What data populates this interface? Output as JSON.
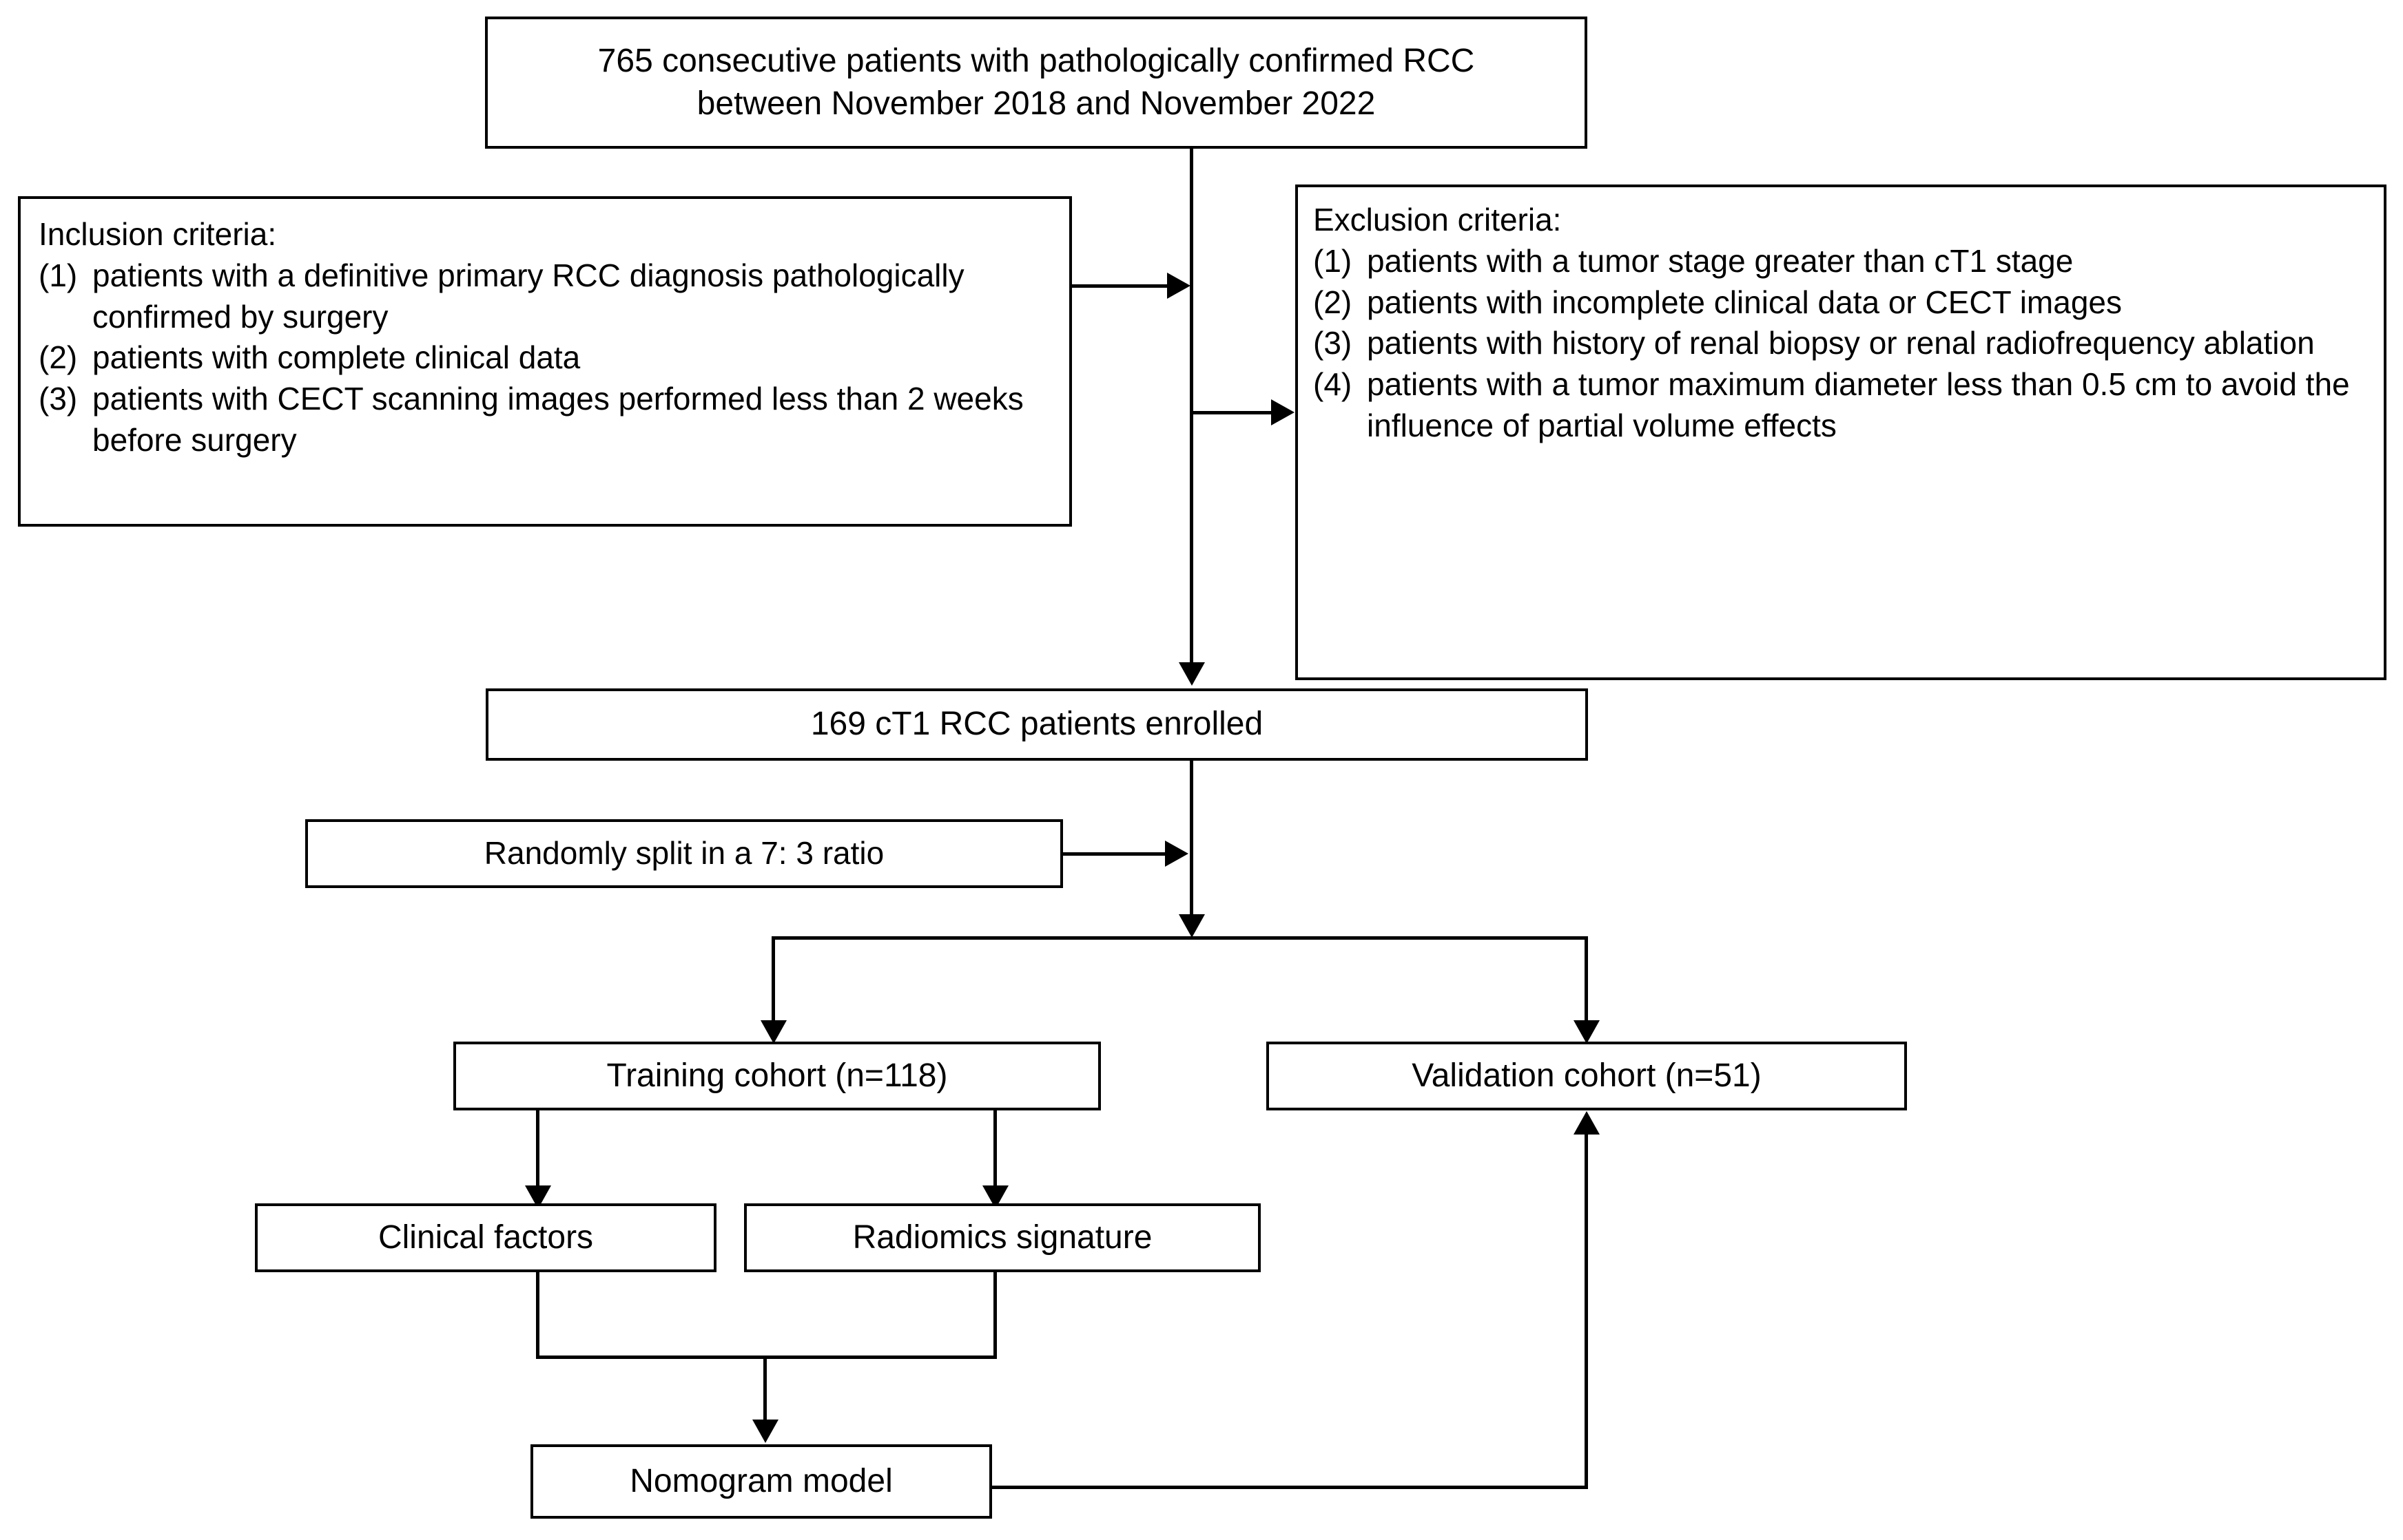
{
  "diagram": {
    "type": "flowchart",
    "title": "Patient enrollment and model development flowchart",
    "nodes": {
      "source_cohort": {
        "line1": "765 consecutive patients with pathologically confirmed RCC",
        "line2": "between November 2018 and November 2022"
      },
      "inclusion": {
        "heading": "Inclusion criteria:",
        "items": [
          {
            "num": "(1)",
            "text": "patients with a definitive primary RCC diagnosis pathologically confirmed by surgery"
          },
          {
            "num": "(2)",
            "text": "patients with complete clinical data"
          },
          {
            "num": "(3)",
            "text": "patients with CECT scanning images performed less than 2 weeks before surgery"
          }
        ]
      },
      "exclusion": {
        "heading": "Exclusion criteria:",
        "items": [
          {
            "num": "(1)",
            "text": "patients with a tumor stage greater than cT1 stage"
          },
          {
            "num": "(2)",
            "text": "patients with incomplete clinical data or CECT images"
          },
          {
            "num": "(3)",
            "text": "patients with history of renal biopsy or renal radiofrequency ablation"
          },
          {
            "num": "(4)",
            "text": "patients with a tumor maximum diameter less than 0.5 cm to avoid the influence of partial volume effects"
          }
        ]
      },
      "enrolled": {
        "label": "169 cT1 RCC patients enrolled"
      },
      "split": {
        "label": "Randomly split in  a 7: 3 ratio"
      },
      "training_cohort": {
        "label": "Training cohort (n=118)"
      },
      "validation_cohort": {
        "label": "Validation cohort (n=51)"
      },
      "clinical_factors": {
        "label": "Clinical factors"
      },
      "radiomics_signature": {
        "label": "Radiomics signature"
      },
      "nomogram_model": {
        "label": "Nomogram model"
      }
    },
    "counts": {
      "screened": 765,
      "enrolled": 169,
      "training_n": 118,
      "validation_n": 51,
      "split_ratio": "7: 3",
      "date_start": "November 2018",
      "date_end": "November 2022"
    },
    "colors": {
      "stroke": "#000000",
      "fill": "#ffffff",
      "text": "#000000"
    }
  }
}
